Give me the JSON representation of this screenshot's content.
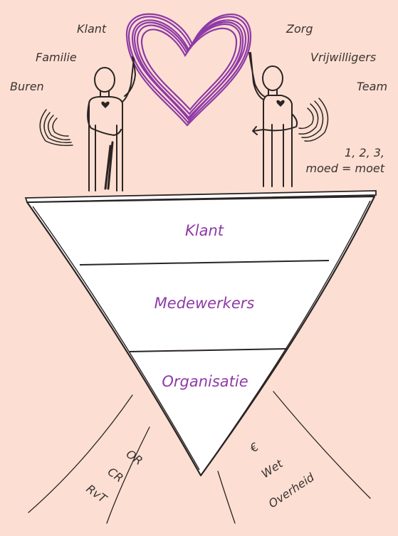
{
  "top_labels": {
    "left": [
      "Klant",
      "Familie",
      "Buren"
    ],
    "right": [
      "Zorg",
      "Vrijwilligers",
      "Team"
    ]
  },
  "counter": {
    "line1": "1, 2, 3,",
    "line2": "moed = moet"
  },
  "pyramid_layers": [
    "Klant",
    "Medewerkers",
    "Organisatie"
  ],
  "bottom_left": [
    "OR",
    "CR",
    "RvT"
  ],
  "bottom_right": [
    "€",
    "Wet",
    "Overheid"
  ],
  "colors": {
    "background": "#fcdfd2",
    "accent": "#8e3aa6",
    "ink": "#2b2424"
  }
}
